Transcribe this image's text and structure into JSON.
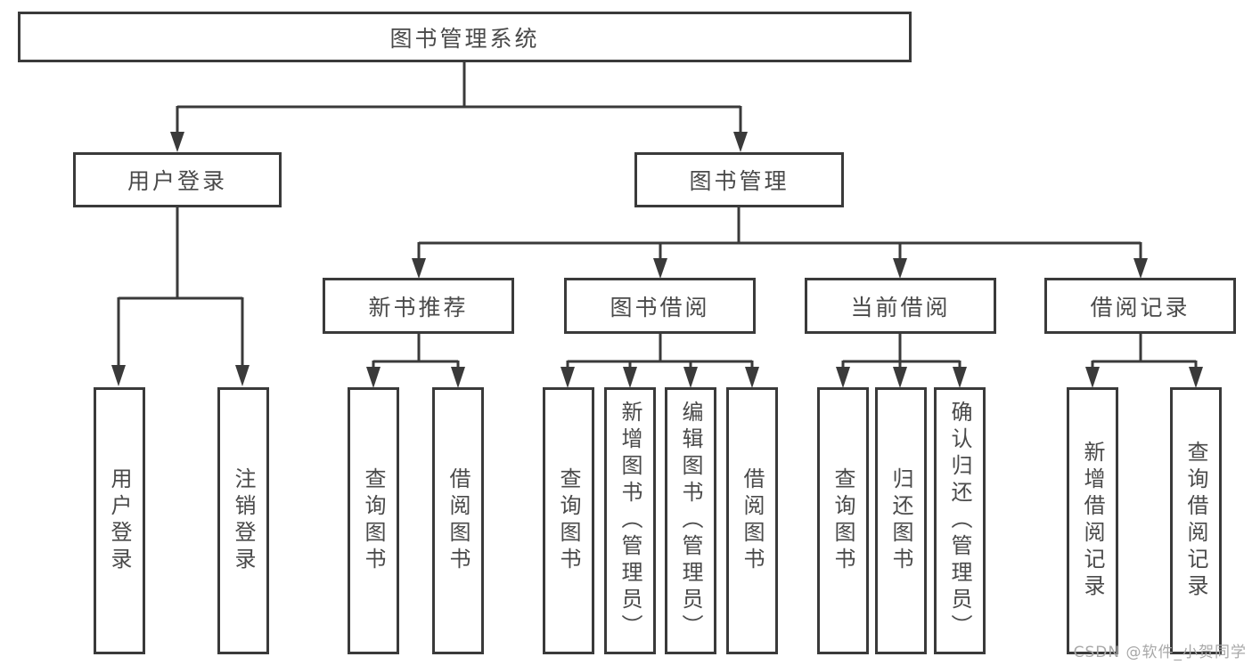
{
  "diagram_type": "functional-structure-tree",
  "tree": {
    "label": "图书管理系统",
    "children": [
      {
        "label": "用户登录",
        "children": [
          {
            "label": "用户登录"
          },
          {
            "label": "注销登录"
          }
        ]
      },
      {
        "label": "图书管理",
        "children": [
          {
            "label": "新书推荐",
            "children": [
              {
                "label": "查询图书"
              },
              {
                "label": "借阅图书"
              }
            ]
          },
          {
            "label": "图书借阅",
            "children": [
              {
                "label": "查询图书"
              },
              {
                "label": "新增图书（管理员）"
              },
              {
                "label": "编辑图书（管理员）"
              },
              {
                "label": "借阅图书"
              }
            ]
          },
          {
            "label": "当前借阅",
            "children": [
              {
                "label": "查询图书"
              },
              {
                "label": "归还图书"
              },
              {
                "label": "确认归还（管理员）"
              }
            ]
          },
          {
            "label": "借阅记录",
            "children": [
              {
                "label": "新增借阅记录"
              },
              {
                "label": "查询借阅记录"
              }
            ]
          }
        ]
      }
    ]
  },
  "watermark": "CSDN @软件_小贺同学",
  "colors": {
    "line": "#3a3a3a",
    "text": "#4a4a4a",
    "watermark": "#a8a8a8"
  }
}
